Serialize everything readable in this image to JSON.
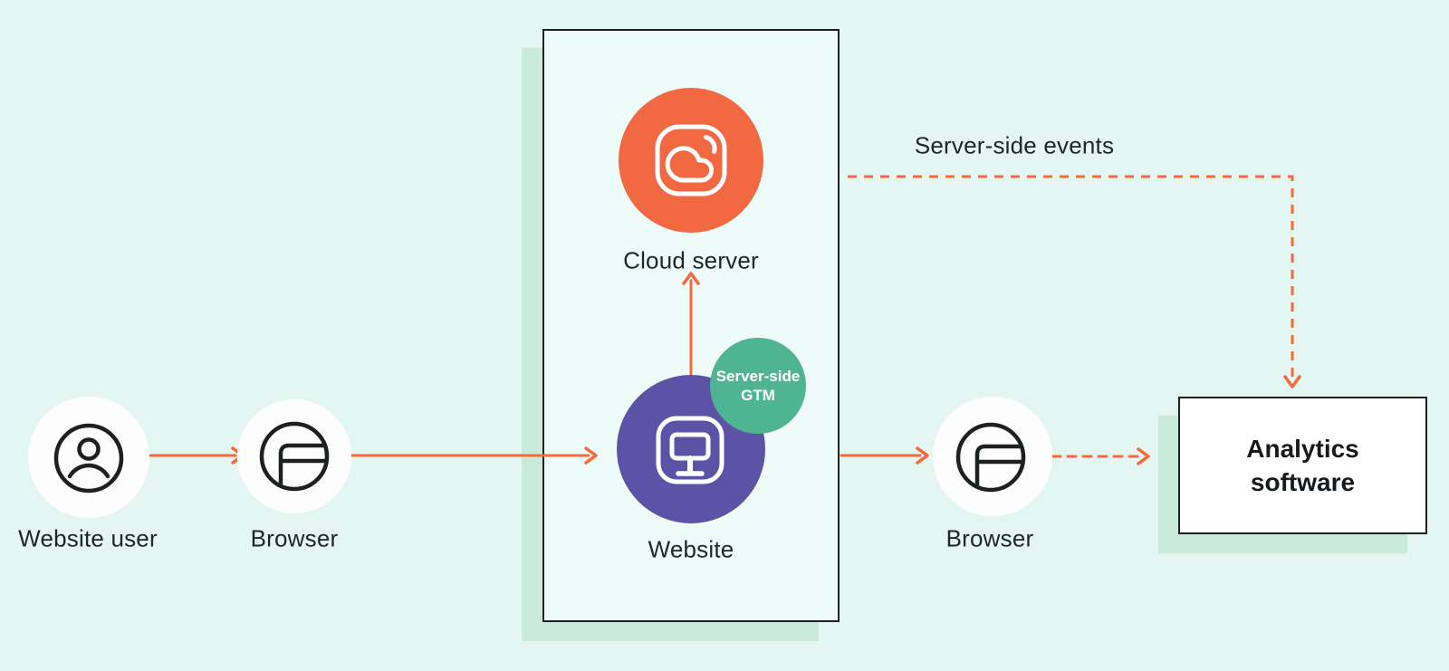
{
  "diagram": {
    "nodes": {
      "website_user": {
        "label": "Website user",
        "icon": "person-icon"
      },
      "browser_left": {
        "label": "Browser",
        "icon": "browser-icon"
      },
      "cloud_server": {
        "label": "Cloud server",
        "icon": "cloud-server-icon",
        "color": "#f26840"
      },
      "website": {
        "label": "Website",
        "icon": "monitor-icon",
        "color": "#5c52a6"
      },
      "gtm_badge": {
        "line1": "Server-side",
        "line2": "GTM",
        "color": "#4fb491"
      },
      "browser_right": {
        "label": "Browser",
        "icon": "browser-icon"
      },
      "analytics": {
        "line1": "Analytics",
        "line2": "software"
      }
    },
    "edge_labels": {
      "server_side_events": "Server-side events"
    },
    "colors": {
      "background": "#e3f6f1",
      "panel_fill": "#eefcf9",
      "shadow_green": "#c9e9db",
      "arrow_orange": "#f8693a",
      "cloud_orange": "#f26840",
      "website_purple": "#5c52a6",
      "gtm_green": "#4fb491",
      "outline_dark": "#1c2020",
      "node_disc_white": "#fdfdfd",
      "text_dark": "#1f2726"
    }
  }
}
